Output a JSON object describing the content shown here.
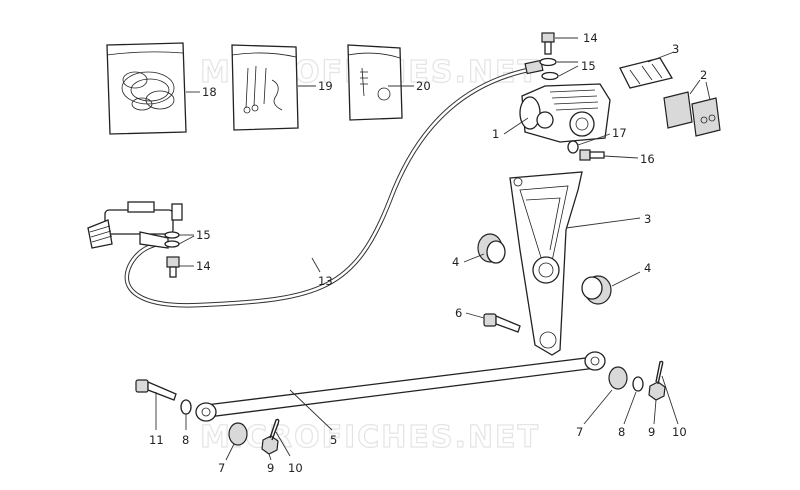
{
  "watermarks": [
    "MICROFICHES.NET",
    "MICROFICHES.NET"
  ],
  "labels": {
    "p1": "1",
    "p2": "2",
    "p3a": "3",
    "p3b": "3",
    "p4a": "4",
    "p4b": "4",
    "p5": "5",
    "p6": "6",
    "p7a": "7",
    "p7b": "7",
    "p8a": "8",
    "p8b": "8",
    "p9a": "9",
    "p9b": "9",
    "p10a": "10",
    "p10b": "10",
    "p11": "11",
    "p13": "13",
    "p14a": "14",
    "p14b": "14",
    "p15a": "15",
    "p15b": "15",
    "p16": "16",
    "p17": "17",
    "p18": "18",
    "p19": "19",
    "p20": "20"
  }
}
